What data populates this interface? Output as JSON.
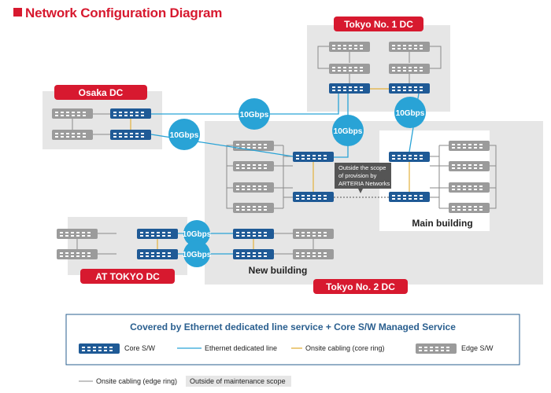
{
  "title": "Network Configuration Diagram",
  "dc_labels": {
    "tokyo1": "Tokyo No. 1 DC",
    "osaka": "Osaka DC",
    "attokyo": "AT TOKYO DC",
    "tokyo2": "Tokyo No. 2 DC"
  },
  "buildings": {
    "new": "New building",
    "main": "Main building"
  },
  "links": {
    "osaka_tokyo1": "10Gbps",
    "osaka_tokyo2": "10Gbps",
    "tokyo1_newbldg": "10Gbps",
    "tokyo1_mainbldg": "10Gbps",
    "attokyo_upper": "10Gbps",
    "attokyo_lower": "10Gbps"
  },
  "scope_note": [
    "Outside the scope",
    "of provision by",
    "ARTERIA Networks"
  ],
  "legend": {
    "heading": "Covered by Ethernet dedicated line service + Core S/W Managed Service",
    "core_sw": "Core S/W",
    "ethernet_line": "Ethernet dedicated line",
    "core_ring": "Onsite cabling (core ring)",
    "edge_sw": "Edge S/W",
    "edge_ring": "Onsite cabling (edge ring)",
    "outside_scope": "Outside of maintenance scope"
  },
  "colors": {
    "brand_red": "#d7192f",
    "core_switch": "#1f5a96",
    "edge_switch": "#9b9b9b",
    "ethernet_line": "#29a3d6",
    "core_ring": "#e2b13c",
    "edge_ring": "#8a8a8a",
    "region_bg": "#e6e6e6",
    "legend_border": "#2a5f8f"
  }
}
